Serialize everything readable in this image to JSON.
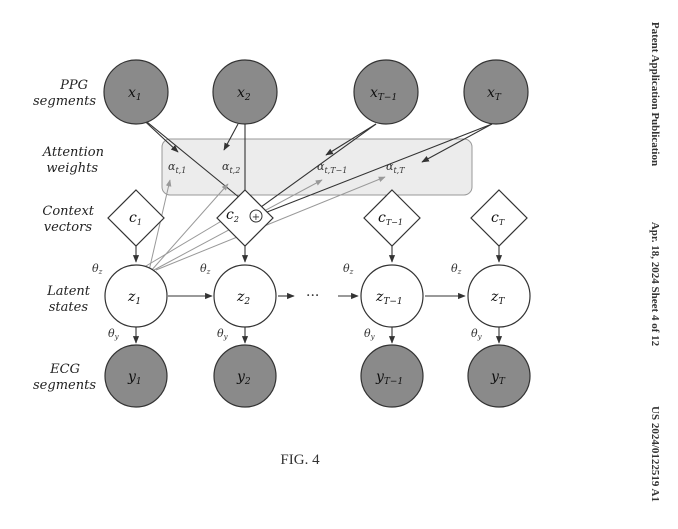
{
  "row_labels": {
    "ppg": [
      "PPG",
      "segments"
    ],
    "attention": [
      "Attention",
      "weights"
    ],
    "context": [
      "Context",
      "vectors"
    ],
    "latent": [
      "Latent",
      "states"
    ],
    "ecg": [
      "ECG",
      "segments"
    ]
  },
  "ppg_nodes": [
    {
      "base": "x",
      "sub": "1"
    },
    {
      "base": "x",
      "sub": "2"
    },
    {
      "base": "x",
      "sub": "T−1"
    },
    {
      "base": "x",
      "sub": "T"
    }
  ],
  "attention_weights": [
    {
      "base": "α",
      "sub": "t,1"
    },
    {
      "base": "α",
      "sub": "t,2"
    },
    {
      "base": "α",
      "sub": "t,T−1"
    },
    {
      "base": "α",
      "sub": "t,T"
    }
  ],
  "context_nodes": [
    {
      "base": "c",
      "sub": "1"
    },
    {
      "base": "c",
      "sub": "2"
    },
    {
      "base": "c",
      "sub": "T−1"
    },
    {
      "base": "c",
      "sub": "T"
    }
  ],
  "latent_nodes": [
    {
      "base": "z",
      "sub": "1"
    },
    {
      "base": "z",
      "sub": "2"
    },
    {
      "base": "z",
      "sub": "T−1"
    },
    {
      "base": "z",
      "sub": "T"
    }
  ],
  "ecg_nodes": [
    {
      "base": "y",
      "sub": "1"
    },
    {
      "base": "y",
      "sub": "2"
    },
    {
      "base": "y",
      "sub": "T−1"
    },
    {
      "base": "y",
      "sub": "T"
    }
  ],
  "theta_z": {
    "base": "θ",
    "sub": "z"
  },
  "theta_y": {
    "base": "θ",
    "sub": "y"
  },
  "ellipsis": "···",
  "sum_symbol": "+",
  "caption": "FIG. 4",
  "sidebar": {
    "publication": "Patent Application Publication",
    "date_sheet": "Apr. 18, 2024  Sheet 4 of 12",
    "number": "US 2024/0122519 A1"
  },
  "colors": {
    "filled_node": "#8a8a8a",
    "attention_box": "#ececec",
    "stroke": "#333333"
  }
}
